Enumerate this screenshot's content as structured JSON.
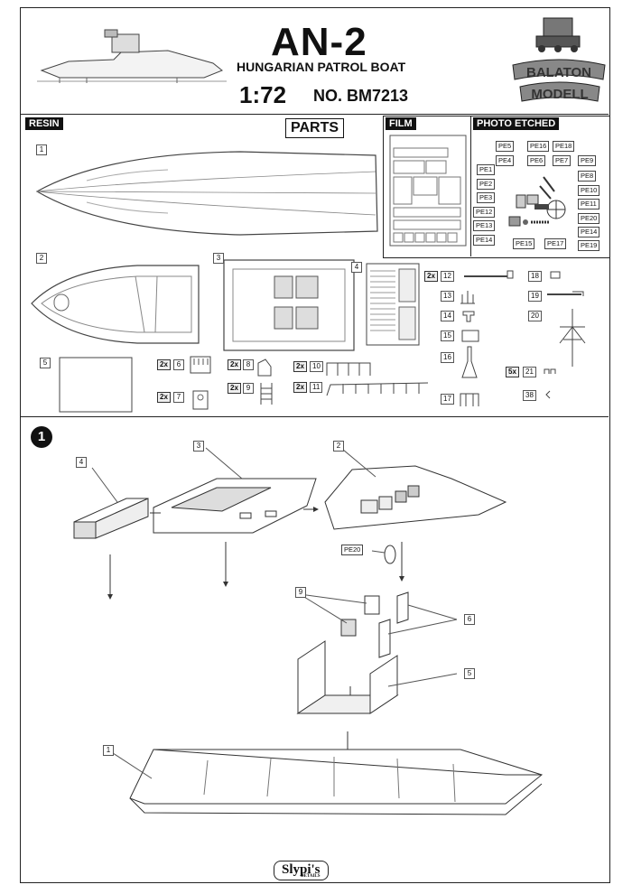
{
  "header": {
    "title": "AN-2",
    "subtitle": "HUNGARIAN PATROL BOAT",
    "scale": "1:72",
    "catalog": "NO. BM7213",
    "logo_line1": "BALATON",
    "logo_line2": "MODELL"
  },
  "sections": {
    "resin": "RESIN",
    "parts": "PARTS",
    "film": "FILM",
    "photo_etched": "PHOTO ETCHED"
  },
  "resin_parts": [
    "1",
    "2",
    "3",
    "4",
    "5",
    "6",
    "7",
    "8",
    "9",
    "10",
    "11",
    "12",
    "13",
    "14",
    "15",
    "16",
    "17",
    "18",
    "19",
    "20",
    "21",
    "38"
  ],
  "quantities": {
    "q6": "2x",
    "q7": "2x",
    "q8": "2x",
    "q9": "2x",
    "q10": "2x",
    "q11": "2x",
    "q12": "2x",
    "q21": "5x"
  },
  "pe_parts": [
    "PE5",
    "PE16",
    "PE18",
    "PE4",
    "PE6",
    "PE7",
    "PE9",
    "PE1",
    "PE8",
    "PE2",
    "PE10",
    "PE3",
    "PE11",
    "PE12",
    "PE20",
    "PE13",
    "PE14",
    "PE14",
    "PE15",
    "PE17",
    "PE19"
  ],
  "step": {
    "number": "1",
    "callouts": [
      "4",
      "3",
      "2",
      "PE20",
      "9",
      "6",
      "5",
      "1"
    ]
  },
  "footer": {
    "brand": "Slypi's",
    "tag": "DETAILS"
  }
}
